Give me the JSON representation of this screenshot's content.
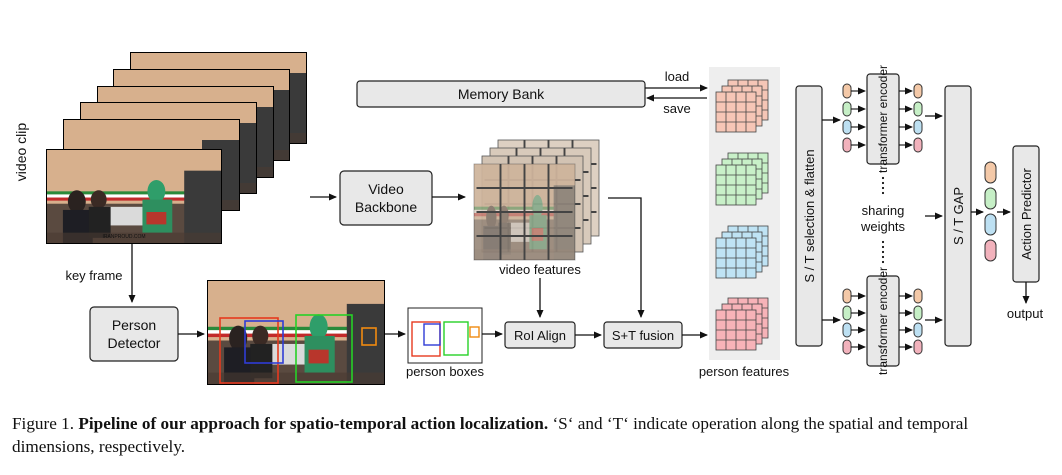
{
  "diagram": {
    "video_clip_label": "video clip",
    "key_frame_label": "key frame",
    "memory_bank_label": "Memory Bank",
    "load_label": "load",
    "save_label": "save",
    "video_backbone_label_line1": "Video",
    "video_backbone_label_line2": "Backbone",
    "video_features_label": "video features",
    "person_detector_label_line1": "Person",
    "person_detector_label_line2": "Detector",
    "person_boxes_label": "person boxes",
    "roi_align_label": "RoI Align",
    "st_fusion_label": "S+T fusion",
    "person_features_label": "person features",
    "st_selection_label": "S / T selection & flatten",
    "transformer_encoder_label": "transformer encoder",
    "sharing_label_line1": "sharing",
    "sharing_label_line2": "weights",
    "st_gap_label": "S / T GAP",
    "action_predictor_label": "Action Predictor",
    "output_label": "output",
    "frame_watermark": "IRANPROUD.COM",
    "colors": {
      "box_fill": "#e8e8e8",
      "feat_red": "#f6c6b6",
      "feat_green": "#c8f0c8",
      "feat_blue": "#bfe3f4",
      "feat_pink": "#f7b3b8",
      "token_orange": "#f4c9a8",
      "token_green": "#c6efc6",
      "token_blue": "#bde0f2",
      "token_pink": "#f2b2bc",
      "det_red": "#e63a1f",
      "det_blue": "#2f3cd6",
      "det_green": "#27d127",
      "det_orange": "#f08a10"
    }
  },
  "caption": {
    "prefix": "Figure 1. ",
    "bold": "Pipeline of our approach for spatio-temporal action localization.",
    "rest": " ‘S‘ and ‘T‘ indicate operation along the spatial and temporal dimensions, respectively."
  }
}
